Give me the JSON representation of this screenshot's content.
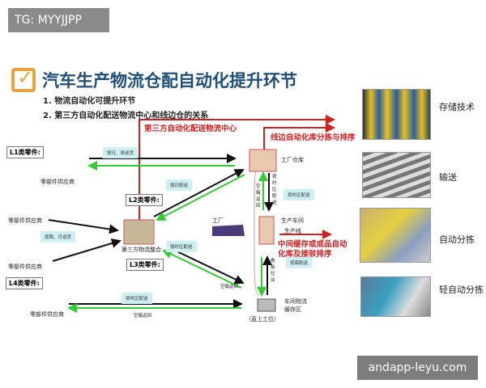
{
  "watermark_top": "TG: MYYJJPP",
  "watermark_bottom": "andapp-leyu.com",
  "title": "汽车生产物流仓配自动化提升环节",
  "points": [
    "1.   物流自动化可提升环节",
    "2.   第三方自动化配送物流中心和线边仓的关系"
  ],
  "diagram": {
    "red_labels": [
      "第三方自动化配送物流中心",
      "线边自动化库分拣与排序",
      "中间缓存或成品自动",
      "化库及接驳排序"
    ],
    "part_classes": [
      "L1类零件:",
      "L2类零件:",
      "L3类零件:",
      "L4类零件:"
    ],
    "supplier": "零部件供应商",
    "nodes": {
      "factory_warehouse": "工厂仓库",
      "third_party": "第三方物流整合",
      "factory": "工厂",
      "workshop": "生产车间",
      "line": "生产线",
      "buffer": "车间物流缓存区",
      "station": "（直上工位）"
    },
    "tags": [
      "按日、周送货",
      "按日配送",
      "按周、月送货",
      "按时区配送",
      "按时区配送",
      "按时区配送",
      "按需配送",
      "空箱返回",
      "空箱返回",
      "空箱返回",
      "按时区配送",
      "看板拉动"
    ]
  },
  "gallery": [
    {
      "label": "存储技术"
    },
    {
      "label": "输送"
    },
    {
      "label": "自动分拣"
    },
    {
      "label": "轻自动分拣"
    }
  ]
}
